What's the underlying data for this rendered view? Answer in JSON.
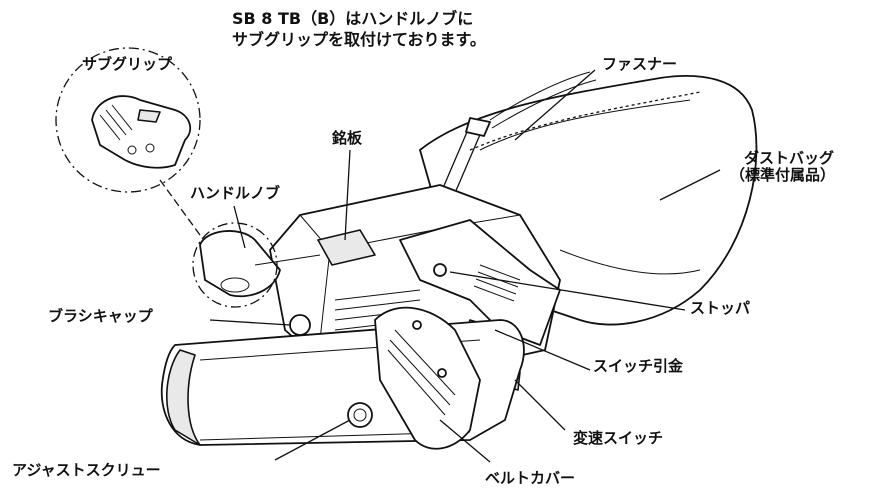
{
  "note": {
    "line1": "SB 8 TB（B）はハンドルノブに",
    "line2": "サブグリップを取付けております。"
  },
  "labels": {
    "sub_grip": "サブグリップ",
    "fastener": "ファスナー",
    "nameplate": "銘板",
    "dust_bag_1": "ダストバッグ",
    "dust_bag_2": "（標準付属品）",
    "handle_knob": "ハンドルノブ",
    "brush_cap": "ブラシキャップ",
    "stopper": "ストッパ",
    "switch_trigger": "スイッチ引金",
    "speed_switch": "変速スイッチ",
    "adjust_screw": "アジャストスクリュー",
    "belt_cover": "ベルトカバー"
  }
}
